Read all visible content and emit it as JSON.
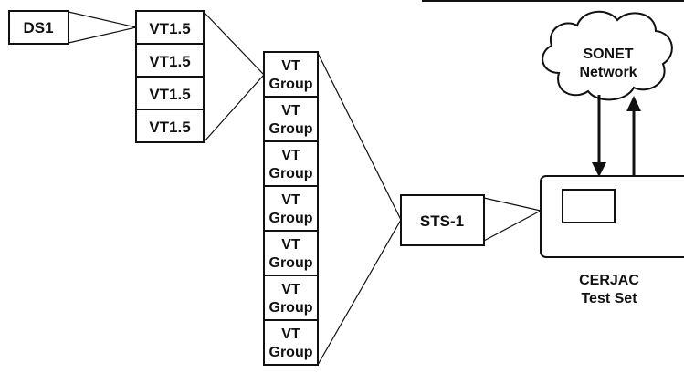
{
  "ds1": {
    "label": "DS1"
  },
  "vt15": {
    "labels": [
      "VT1.5",
      "VT1.5",
      "VT1.5",
      "VT1.5"
    ]
  },
  "vt_group": {
    "line1": "VT",
    "line2": "Group",
    "count": 7
  },
  "sts1": {
    "label": "STS-1"
  },
  "sonet": {
    "line1": "SONET",
    "line2": "Network"
  },
  "test_set": {
    "line1": "CERJAC",
    "line2": "Test Set"
  }
}
